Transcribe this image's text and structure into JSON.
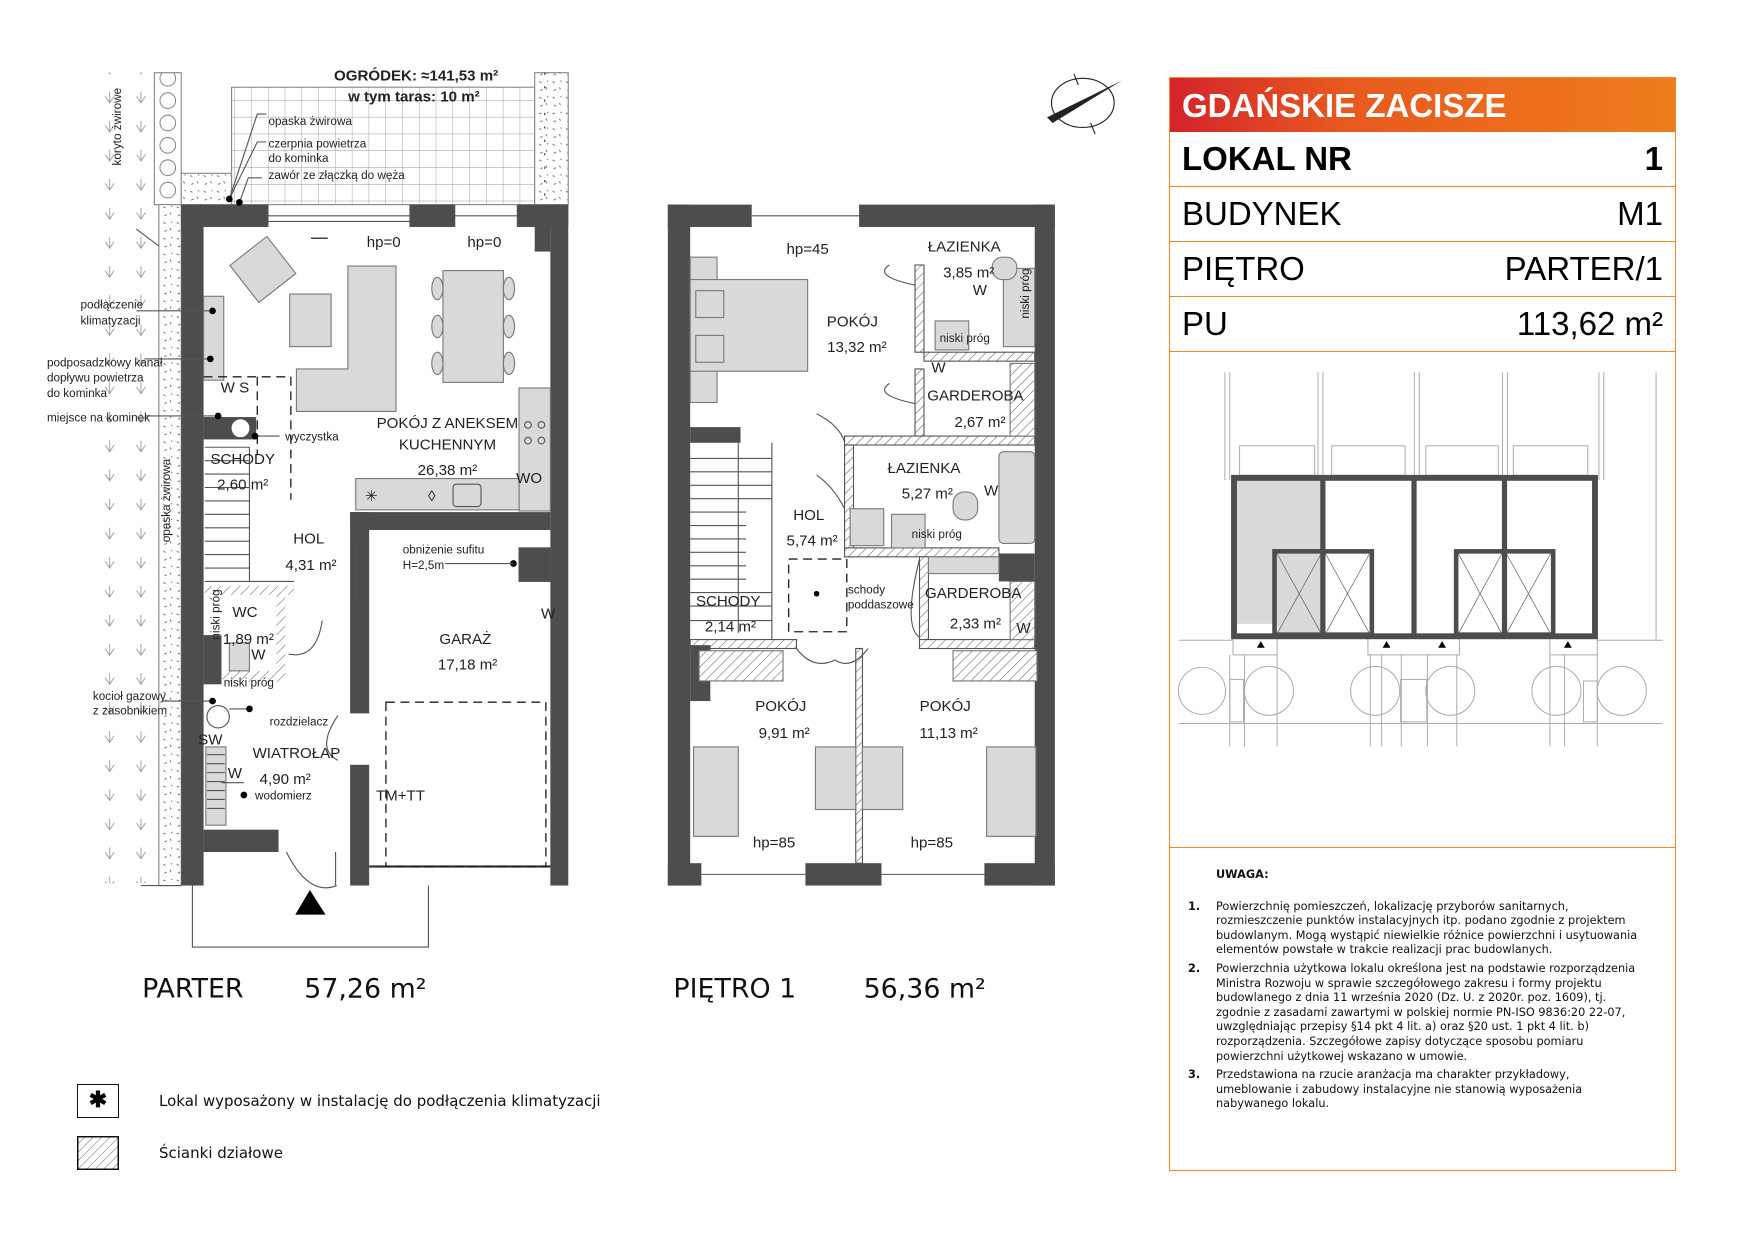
{
  "header": {
    "title": "GDAŃSKIE ZACISZE",
    "rows": [
      {
        "label": "LOKAL NR",
        "value": "1"
      },
      {
        "label": "BUDYNEK",
        "value": "M1"
      },
      {
        "label": "PIĘTRO",
        "value": "PARTER/1"
      },
      {
        "label": "PU",
        "value": "113,62 m²"
      }
    ],
    "colors": {
      "gradient_start": "#d4232b",
      "gradient_end": "#ef7d1a",
      "border": "#ef8a2a"
    }
  },
  "parter": {
    "floor_label": "PARTER",
    "floor_area": "57,26 m²",
    "garden": "OGRÓDEK: ≈141,53 m²",
    "terrace": "w tym taras: 10 m²",
    "annotations": {
      "koryto": "koryto żwirowe",
      "opaska_top": "opaska żwirowa",
      "czerpnia_1": "czerpnia powietrza",
      "czerpnia_2": "do kominka",
      "zawor": "zawór ze złączką do węża",
      "klima_1": "podłączenie",
      "klima_2": "klimatyzacji",
      "kanal_1": "podposadzkowy kanał",
      "kanal_2": "dopływu powietrza",
      "kanal_3": "do kominka",
      "kominek": "miejsce na kominek",
      "ws": "W S",
      "wyczystka": "wyczystka",
      "opaska_side": "opaska żwirowa",
      "wo": "WO",
      "obnizenie_1": "obniżenie sufitu",
      "obnizenie_2": "H=2,5m",
      "niski_prog_1": "niski próg",
      "niski_prog_2": "niski próg",
      "w_wc": "W",
      "w_garage": "W",
      "w_wiatrolap": "W",
      "kociol_1": "kocioł gazowy",
      "kociol_2": "z zasobnikiem",
      "rozdzielacz": "rozdzielacz",
      "sw": "SW",
      "wodomierz": "wodomierz",
      "tm": "TM+TT",
      "hp1": "hp=0",
      "hp2": "hp=0"
    },
    "rooms": [
      {
        "name": "POKÓJ Z ANEKSEM",
        "name2": "KUCHENNYM",
        "area": "26,38 m²"
      },
      {
        "name": "SCHODY",
        "area": "2,60 m²"
      },
      {
        "name": "HOL",
        "area": "4,31 m²"
      },
      {
        "name": "WC",
        "area": "1,89 m²"
      },
      {
        "name": "GARAŻ",
        "area": "17,18 m²"
      },
      {
        "name": "WIATROŁAP",
        "area": "4,90 m²"
      }
    ]
  },
  "pietro": {
    "floor_label": "PIĘTRO 1",
    "floor_area": "56,36 m²",
    "annotations": {
      "hp45": "hp=45",
      "hp85a": "hp=85",
      "hp85b": "hp=85",
      "niski_prog_1": "niski próg",
      "niski_prog_2": "niski próg",
      "niski_prog_3": "niski próg",
      "w1": "W",
      "w2": "W",
      "w3": "W",
      "w4": "W",
      "schody_1": "schody",
      "schody_2": "poddaszowe"
    },
    "rooms": [
      {
        "name": "ŁAZIENKA",
        "area": "3,85 m²"
      },
      {
        "name": "POKÓJ",
        "area": "13,32 m²"
      },
      {
        "name": "GARDEROBA",
        "area": "2,67 m²"
      },
      {
        "name": "ŁAZIENKA",
        "area": "5,27 m²"
      },
      {
        "name": "HOL",
        "area": "5,74 m²"
      },
      {
        "name": "SCHODY",
        "area": "2,14 m²"
      },
      {
        "name": "GARDEROBA",
        "area": "2,33 m²"
      },
      {
        "name": "POKÓJ",
        "area": "9,91 m²"
      },
      {
        "name": "POKÓJ",
        "area": "11,13 m²"
      }
    ]
  },
  "legend": [
    {
      "icon": "asterisk-icon",
      "symbol": "✱",
      "text": "Lokal wyposażony w instalację do podłączenia klimatyzacji"
    },
    {
      "icon": "hatch-icon",
      "text": "Ścianki działowe"
    }
  ],
  "notes": {
    "heading": "UWAGA:",
    "items": [
      {
        "num": "1.",
        "text": "Powierzchnię pomieszczeń, lokalizację przyborów sanitarnych, rozmieszczenie punktów instalacyjnych itp. podano zgodnie z projektem budowlanym. Mogą wystąpić niewielkie różnice powierzchni i usytuowania elementów powstałe w trakcie realizacji prac budowlanych."
      },
      {
        "num": "2.",
        "text": "Powierzchnia użytkowa lokalu określona jest na podstawie rozporządzenia Ministra Rozwoju w sprawie szczegółowego zakresu i formy projektu budowlanego z dnia 11 września 2020 (Dz. U. z 2020r. poz. 1609), tj. zgodnie z zasadami zawartymi w polskiej normie PN-ISO 9836:20 22-07, uwzględniając przepisy §14 pkt 4 lit. a) oraz §20 ust. 1 pkt 4 lit. b) rozporządzenia. Szczegółowe zapisy dotyczące sposobu pomiaru powierzchni użytkowej wskazano w umowie."
      },
      {
        "num": "3.",
        "text": "Przedstawiona na rzucie aranżacja ma charakter przykładowy, umeblowanie i zabudowy instalacyjne nie stanowią wyposażenia nabywanego lokalu."
      }
    ]
  }
}
